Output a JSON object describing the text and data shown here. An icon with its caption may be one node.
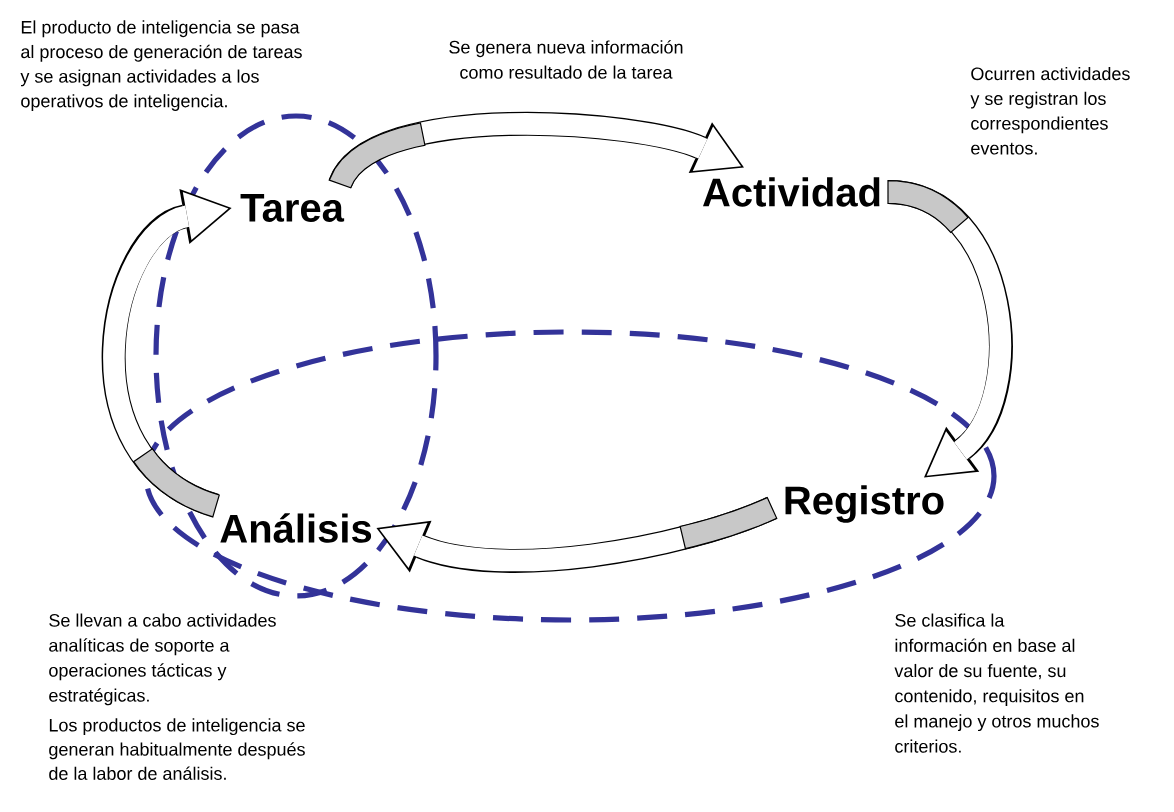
{
  "diagram": {
    "nodes": [
      {
        "text": [
          "Tarea"
        ]
      },
      {
        "text": [
          "Actividad"
        ]
      },
      {
        "text": [
          "Registro"
        ]
      },
      {
        "text": [
          "Análisis"
        ]
      }
    ],
    "edges": [
      {
        "from": 0,
        "to": 1,
        "arrow": "to"
      },
      {
        "from": 1,
        "to": 2,
        "arrow": "to"
      },
      {
        "from": 2,
        "to": 3,
        "arrow": "to"
      },
      {
        "from": 3,
        "to": 0,
        "arrow": "to"
      }
    ],
    "labels": [
      "El producto de inteligencia se pasa al proceso de generación de tareas y se asignan actividades a los operativos de inteligencia.",
      "Se genera nueva información como resultado de la tarea",
      "Ocurren actividades y se registran los correspondientes eventos.",
      "Se llevan a cabo actividades analíticas de soporte a operaciones tácticas y estratégicas.",
      "Los productos de inteligencia se generan habitualmente después de la labor de análisis.",
      "Se clasifica la información en base al valor de su fuente, su contenido, requisitos en el manejo y otros muchos criterios."
    ]
  }
}
